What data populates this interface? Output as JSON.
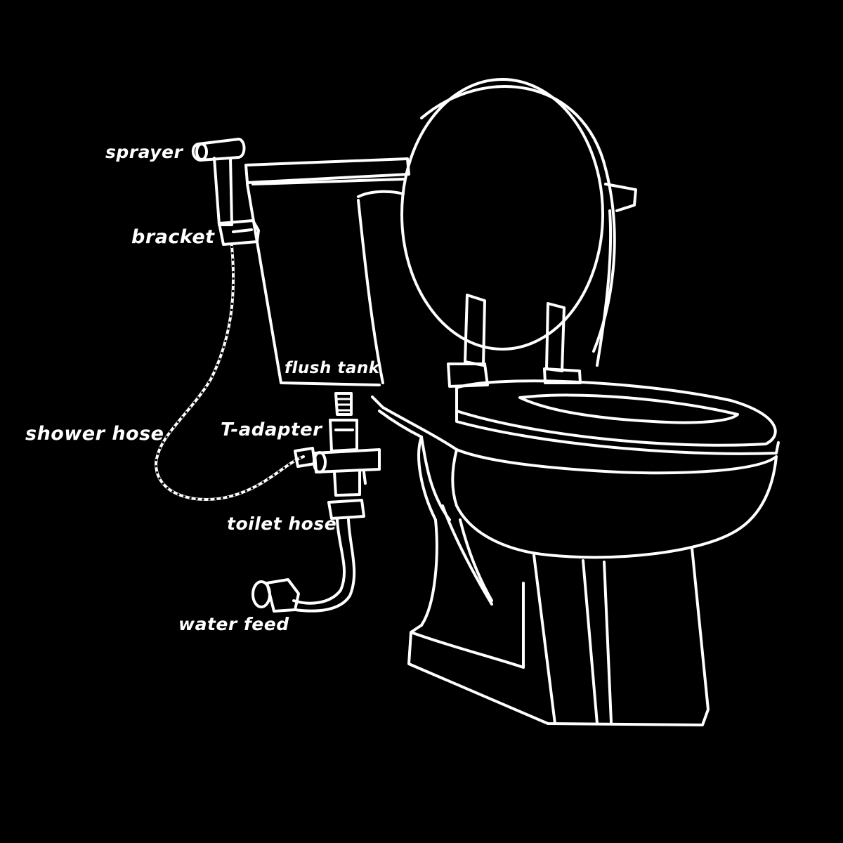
{
  "diagram": {
    "colors": {
      "background": "#000000",
      "line": "#ffffff"
    },
    "labels": {
      "sprayer": "sprayer",
      "bracket": "bracket",
      "flush_tank": "flush tank",
      "shower_hose": "shower hose",
      "t_adapter": "T-adapter",
      "toilet_hose": "toilet hose",
      "water_feed": "water feed"
    }
  }
}
